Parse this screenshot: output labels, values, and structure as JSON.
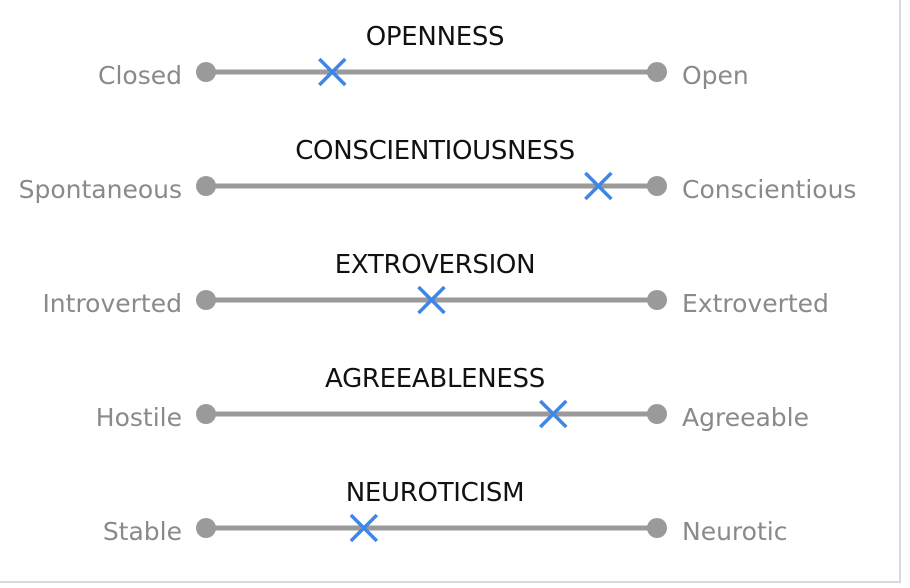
{
  "traits": [
    {
      "title": "OPENNESS",
      "left_pole": "Closed",
      "right_pole": "Open",
      "position": 0.28
    },
    {
      "title": "CONSCIENTIOUSNESS",
      "left_pole": "Spontaneous",
      "right_pole": "Conscientious",
      "position": 0.87
    },
    {
      "title": "EXTROVERSION",
      "left_pole": "Introverted",
      "right_pole": "Extroverted",
      "position": 0.5
    },
    {
      "title": "AGREEABLENESS",
      "left_pole": "Hostile",
      "right_pole": "Agreeable",
      "position": 0.77
    },
    {
      "title": "NEUROTICISM",
      "left_pole": "Stable",
      "right_pole": "Neurotic",
      "position": 0.35
    }
  ],
  "colors": {
    "line": "#9a9a9a",
    "marker": "#3f87e6",
    "title": "#111111",
    "pole_text": "#8a8a8a"
  },
  "icons": {
    "endpoint": "circle",
    "marker": "x-mark"
  }
}
